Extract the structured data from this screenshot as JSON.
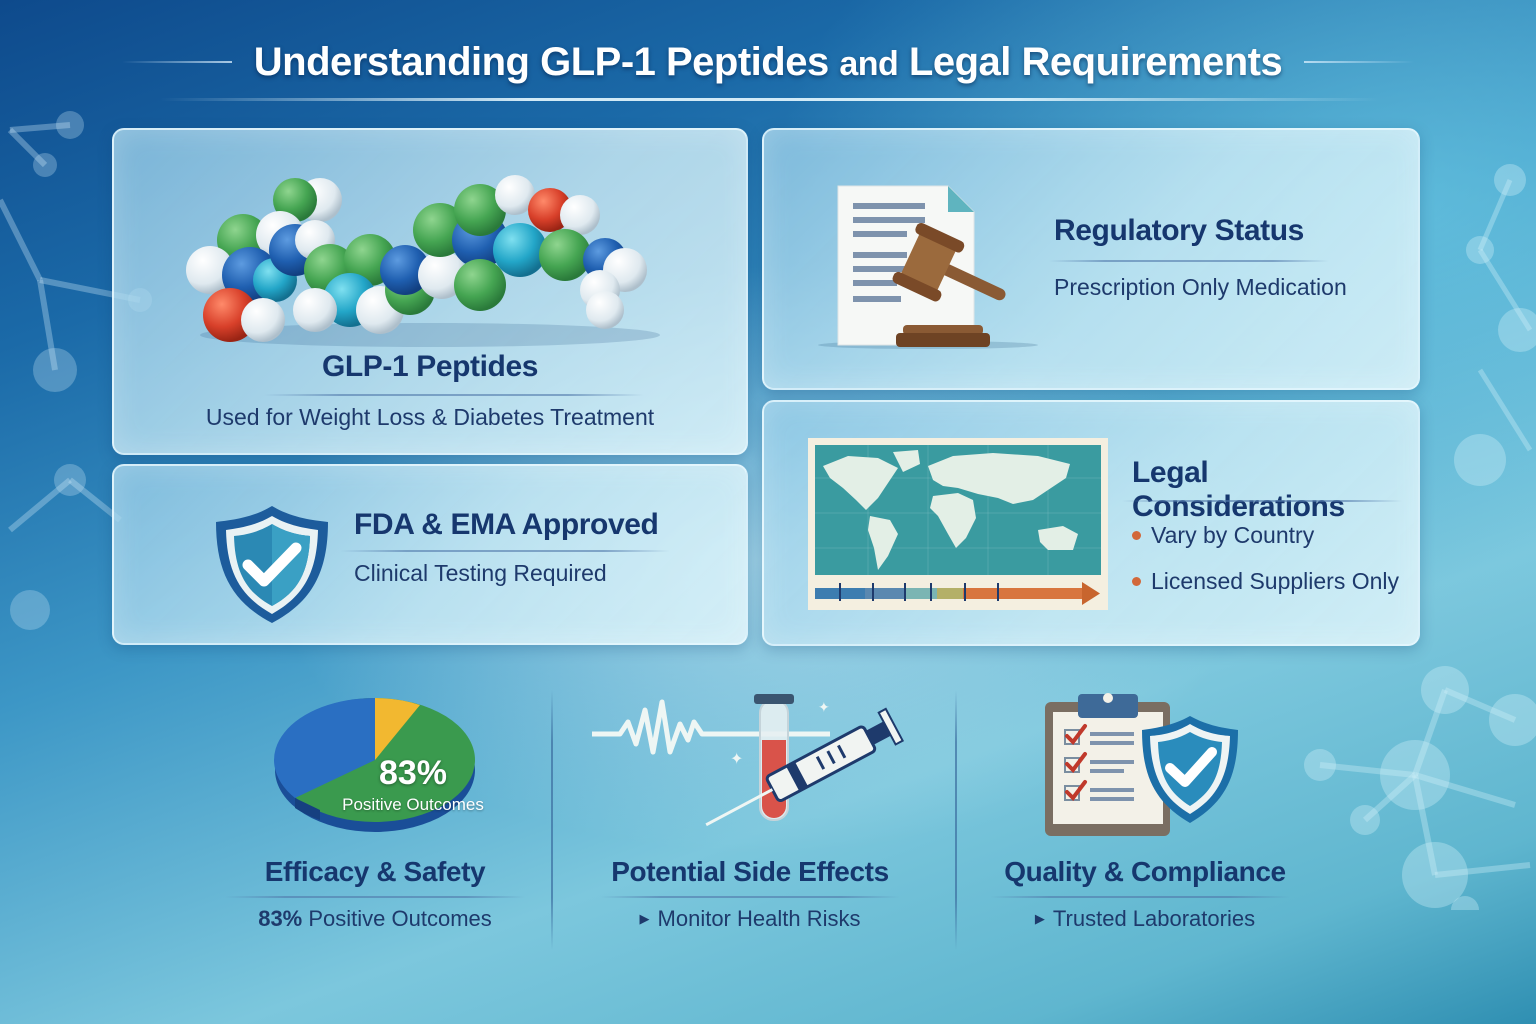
{
  "title": {
    "part1": "Understanding GLP-1 Peptides",
    "part2": "and",
    "part3": "Legal Requirements"
  },
  "cards": {
    "glp": {
      "heading": "GLP-1 Peptides",
      "subtitle": "Used for Weight Loss & Diabetes Treatment",
      "icon": "peptide-molecule-icon"
    },
    "regulatory": {
      "heading": "Regulatory Status",
      "subtitle": "Prescription Only Medication",
      "icon": "document-gavel-icon"
    },
    "fda": {
      "heading": "FDA & EMA Approved",
      "subtitle": "Clinical Testing Required",
      "icon": "shield-check-icon"
    },
    "legal": {
      "heading": "Legal Considerations",
      "bullets": [
        "Vary by Country",
        "Licensed Suppliers Only"
      ],
      "icon": "world-map-icon"
    }
  },
  "bottom": {
    "efficacy": {
      "heading": "Efficacy & Safety",
      "subtitle_pct": "83%",
      "subtitle_text": "Positive Outcomes",
      "pie_pct": "83%",
      "pie_caption": "Positive Outcomes",
      "icon": "pie-chart-icon"
    },
    "side_effects": {
      "heading": "Potential Side Effects",
      "subtitle": "Monitor Health Risks",
      "icon": "heartbeat-syringe-icon"
    },
    "quality": {
      "heading": "Quality & Compliance",
      "subtitle": "Trusted Laboratories",
      "icon": "clipboard-shield-icon"
    }
  },
  "colors": {
    "heading": "#16376e",
    "bullet": "#d2683a",
    "pie_blue": "#2a6fc2",
    "pie_green": "#3a9a4e",
    "pie_yellow": "#f2b830",
    "shield": "#1c6fa8"
  }
}
